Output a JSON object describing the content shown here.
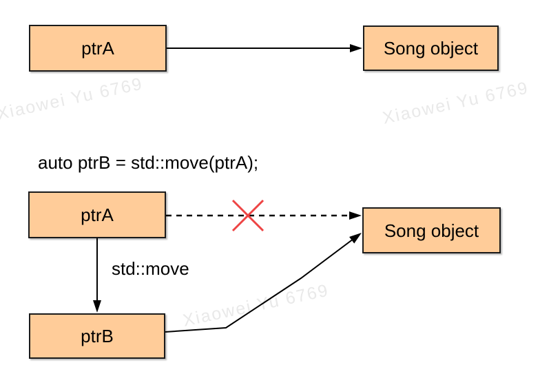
{
  "colors": {
    "box_fill": "#FFCC99",
    "box_border": "#1A1A1A",
    "arrow_line": "#000000",
    "cross_red": "#EE4444",
    "watermark_gray": "#E9E9E9"
  },
  "watermarks": [
    {
      "text": "Xiaowei Yu 6769"
    },
    {
      "text": "Xiaowei Yu 6769"
    },
    {
      "text": "Xiaowei Yu 6769"
    }
  ],
  "before_move": {
    "ptr_a_label": "ptrA",
    "song_label": "Song object"
  },
  "code_line": "auto ptrB = std::move(ptrA);",
  "after_move": {
    "ptr_a_label": "ptrA",
    "ptr_b_label": "ptrB",
    "song_label": "Song object",
    "move_arrow_label": "std::move"
  }
}
